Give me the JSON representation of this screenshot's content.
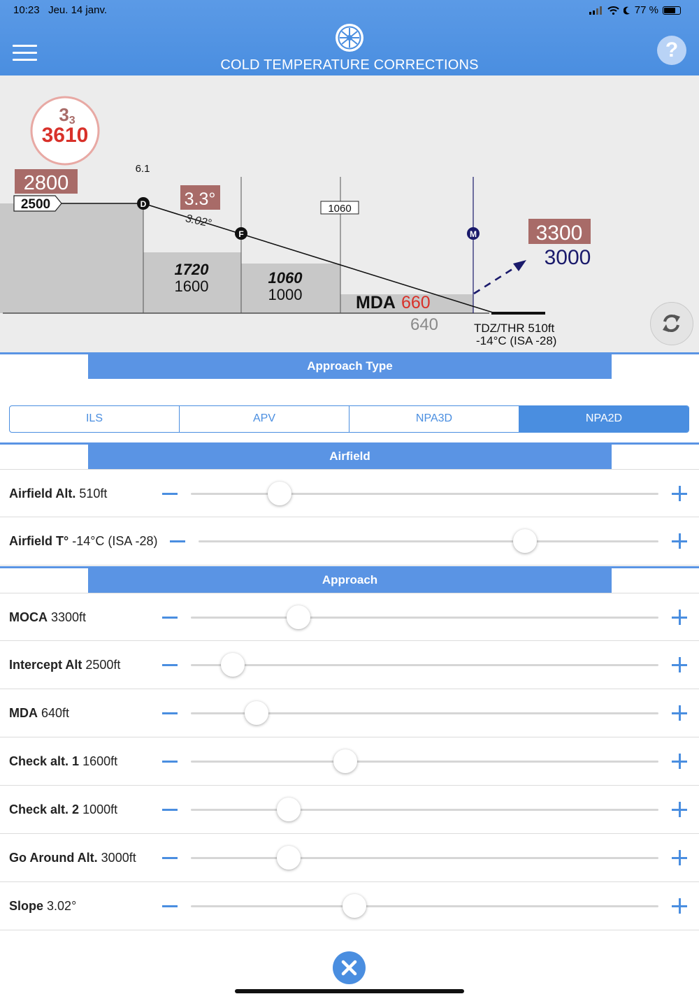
{
  "status_bar": {
    "time": "10:23",
    "date": "Jeu. 14 janv.",
    "battery": "77 %",
    "battery_level": 0.77
  },
  "header": {
    "title": "COLD TEMPERATURE CORRECTIONS",
    "menu_icon": "hamburger-icon",
    "logo_icon": "turbine-logo-icon",
    "help_label": "?"
  },
  "diagram": {
    "moca_circle": {
      "top": "3",
      "top_sub": "3",
      "bottom": "3610"
    },
    "intercept": {
      "corrected": "2800",
      "value": "2500"
    },
    "distance_label": "6.1",
    "angle": {
      "corrected": "3.3°",
      "value": "3.02°"
    },
    "check1": {
      "corrected": "1720",
      "value": "1600"
    },
    "check2": {
      "corrected": "1060",
      "value": "1000"
    },
    "check2_marker": "1060",
    "mda": {
      "label": "MDA",
      "corrected": "660",
      "value": "640"
    },
    "go_around": {
      "corrected": "3300",
      "value": "3000"
    },
    "fix_labels": {
      "d": "D",
      "f": "F",
      "m": "M"
    },
    "threshold": {
      "line1": "TDZ/THR 510ft",
      "line2": "-14°C (ISA -28)"
    },
    "refresh_icon": "refresh-icon",
    "colors": {
      "corrected_box": "#a86b68",
      "red": "#d8312a",
      "navy": "#1a1a6b",
      "terrain": "#c8c8c8"
    }
  },
  "approach_type": {
    "header": "Approach Type",
    "options": [
      "ILS",
      "APV",
      "NPA3D",
      "NPA2D"
    ],
    "selected": "NPA2D"
  },
  "airfield": {
    "header": "Airfield",
    "rows": [
      {
        "label": "Airfield Alt.",
        "value": "510ft",
        "position": 0.19
      },
      {
        "label": "Airfield T°",
        "value": "-14°C (ISA -28)",
        "position": 0.71
      }
    ]
  },
  "approach": {
    "header": "Approach",
    "rows": [
      {
        "label": "MOCA",
        "value": "3300ft",
        "position": 0.23
      },
      {
        "label": "Intercept Alt",
        "value": "2500ft",
        "position": 0.09
      },
      {
        "label": "MDA",
        "value": "640ft",
        "position": 0.14
      },
      {
        "label": "Check alt. 1",
        "value": "1600ft",
        "position": 0.33
      },
      {
        "label": "Check alt. 2",
        "value": "1000ft",
        "position": 0.21
      },
      {
        "label": "Go Around Alt.",
        "value": "3000ft",
        "position": 0.21
      },
      {
        "label": "Slope",
        "value": "3.02°",
        "position": 0.35
      }
    ]
  },
  "footer": {
    "close_icon": "close-icon"
  },
  "accent_color": "#4a8ee0"
}
